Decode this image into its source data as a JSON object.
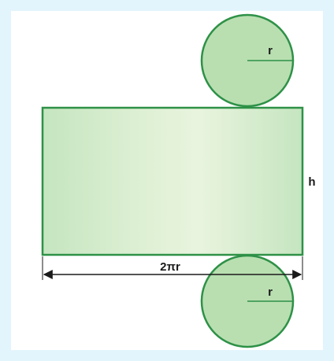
{
  "labels": {
    "radius_top": "r",
    "radius_bottom": "r",
    "height": "h",
    "circumference": "2πr"
  },
  "colors": {
    "background": "#e3f5fc",
    "panel": "#ffffff",
    "stroke": "#2e9147",
    "fill_light": "#e9f4de",
    "fill_mid": "#c5e5c0",
    "circle_fill": "#b9dfb1",
    "arrow": "#1a1a1a"
  }
}
